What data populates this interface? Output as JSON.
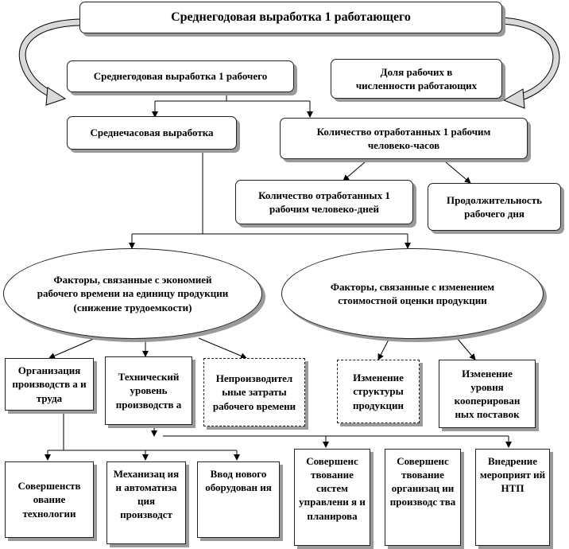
{
  "diagram": {
    "root": "Среднегодовая выработка 1 работающего",
    "avg_worker": "Среднегодовая выработка 1 рабочего",
    "worker_share": "Доля рабочих в численности работающих",
    "hourly_output": "Среднечасовая выработка",
    "worked_hours": "Количество отработанных 1 рабочим человеко-часов",
    "worked_days": "Количество отработанных 1 рабочим человеко-дней",
    "day_length": "Продолжительность рабочего дня",
    "factors_time": "Факторы, связанные с экономией рабочего времени на единицу продукции (снижение трудоемкости)",
    "factors_cost": "Факторы, связанные с изменением стоимостной оценки продукции",
    "org_production": "Организация производств а и труда",
    "tech_level": "Технический уровень производств а",
    "unproductive_costs": "Непроизводител ьные затраты рабочего времени",
    "product_structure": "Изменение структуры продукции",
    "coop_level": "Изменение уровня кооперирован ных поставок",
    "tech_improvement": "Совершенств ование технологии",
    "mechanization": "Механизац ия и автоматиза ция производст",
    "new_equipment": "Ввод нового оборудован ия",
    "mgmt_systems": "Совершенс твование систем управлени я и планирова",
    "prod_organization": "Совершенс твование организац ии производс тва",
    "ntp_measures": "Внедрение мероприят ий НТП"
  }
}
